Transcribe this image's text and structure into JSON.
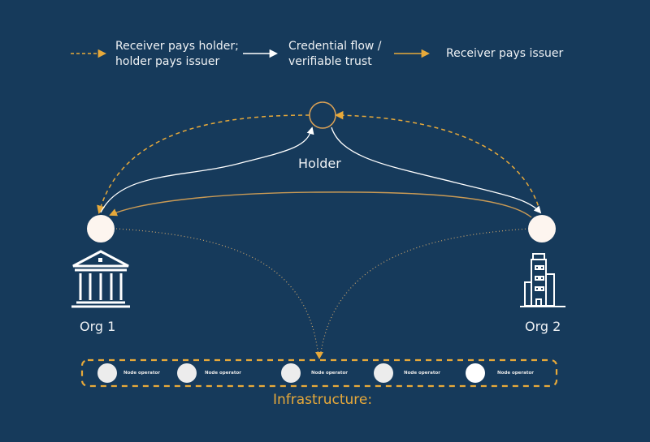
{
  "colors": {
    "background": "#163a5b",
    "orange": "#e7a93a",
    "orange_line": "#c99a55",
    "white": "#ffffff",
    "node_fill": "#fdf5ef",
    "operator_fill": "#ececec"
  },
  "legend": [
    {
      "style": "dashed-orange-arrow",
      "text": "Receiver pays holder;\nholder pays issuer"
    },
    {
      "style": "solid-white-arrow",
      "text": "Credential flow /\nverifiable trust"
    },
    {
      "style": "solid-orange-arrow",
      "text": "Receiver pays issuer"
    }
  ],
  "nodes": {
    "holder": {
      "label": "Holder",
      "icon": "hollow-circle"
    },
    "org1": {
      "label": "Org 1",
      "icon": "bank-building-icon"
    },
    "org2": {
      "label": "Org 2",
      "icon": "office-building-icon"
    }
  },
  "infrastructure": {
    "label": "Infrastructure:",
    "operators": [
      {
        "label": "Node operator"
      },
      {
        "label": "Node operator"
      },
      {
        "label": "Node operator"
      },
      {
        "label": "Node operator"
      },
      {
        "label": "Node operator"
      }
    ]
  }
}
